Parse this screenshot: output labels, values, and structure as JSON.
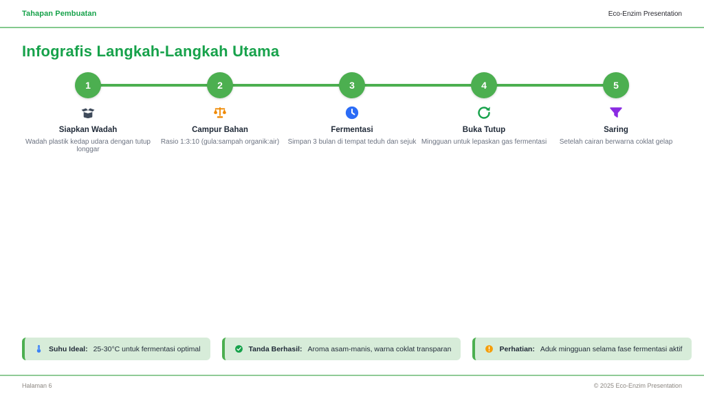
{
  "header": {
    "left": "Tahapan Pembuatan",
    "right": "Eco-Enzim Presentation"
  },
  "page_title": "Infografis Langkah-Langkah Utama",
  "steps": [
    {
      "num": "1",
      "icon": "box-open-icon",
      "icon_color": "#3f4b5b",
      "title": "Siapkan Wadah",
      "desc": "Wadah plastik kedap udara dengan tutup longgar"
    },
    {
      "num": "2",
      "icon": "scale-balanced-icon",
      "icon_color": "#ef8800",
      "title": "Campur Bahan",
      "desc": "Rasio 1:3:10 (gula:sampah organik:air)"
    },
    {
      "num": "3",
      "icon": "clock-icon",
      "icon_color": "#2b6cf6",
      "title": "Fermentasi",
      "desc": "Simpan 3 bulan di tempat teduh dan sejuk"
    },
    {
      "num": "4",
      "icon": "rotate-right-icon",
      "icon_color": "#17a24b",
      "title": "Buka Tutup",
      "desc": "Mingguan untuk lepaskan gas fermentasi"
    },
    {
      "num": "5",
      "icon": "filter-funnel-icon",
      "icon_color": "#8a2be2",
      "title": "Saring",
      "desc": "Setelah cairan berwarna coklat gelap"
    }
  ],
  "info_boxes": [
    {
      "icon": "thermometer-icon",
      "icon_color": "#3b82f6",
      "label": "Suhu Ideal:",
      "text": "25-30°C untuk fermentasi optimal"
    },
    {
      "icon": "check-circle-icon",
      "icon_color": "#17a24b",
      "label": "Tanda Berhasil:",
      "text": "Aroma asam-manis, warna coklat transparan"
    },
    {
      "icon": "warning-circle-icon",
      "icon_color": "#f59e0b",
      "label": "Perhatian:",
      "text": "Aduk mingguan selama fase fermentasi aktif"
    }
  ],
  "footer": {
    "left": "Halaman 6",
    "right": "© 2025 Eco-Enzim Presentation"
  },
  "colors": {
    "accent_green": "#17a24b",
    "circle_green": "#4caf50",
    "divider_green": "#83c98d",
    "info_box_bg": "#d7ecd9"
  }
}
